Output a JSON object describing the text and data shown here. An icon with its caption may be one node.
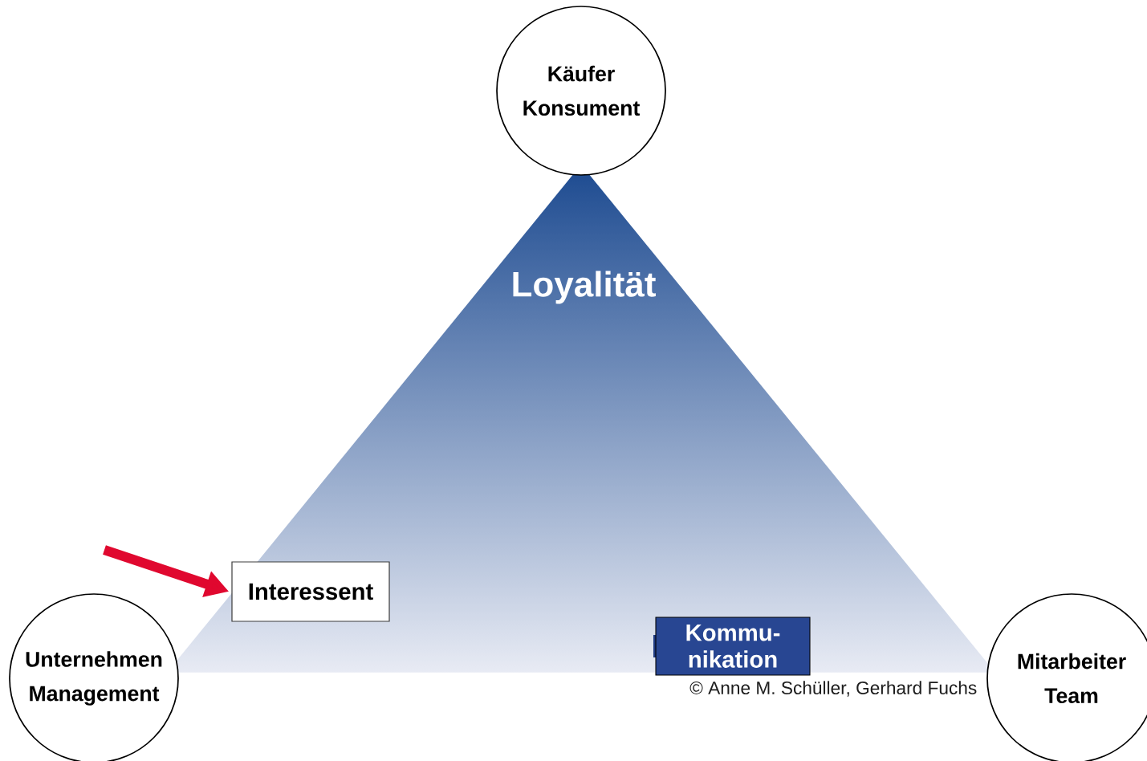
{
  "diagram": {
    "nodes": [
      {
        "text": [
          "Käufer",
          "Konsument"
        ]
      },
      {
        "text": [
          "Loyalität"
        ]
      },
      {
        "text": [
          "Interessent"
        ]
      },
      {
        "text": [
          "Kommu- nikation"
        ]
      },
      {
        "text": [
          "Unternehmen",
          "Management"
        ]
      },
      {
        "text": [
          "Mitarbeiter",
          "Team"
        ]
      }
    ],
    "edges": [
      {
        "from": null,
        "to": 2,
        "arrow": "to",
        "color": "#e0082f"
      }
    ],
    "labels": [
      "© Anne M. Schüller, Gerhard Fuchs"
    ]
  }
}
